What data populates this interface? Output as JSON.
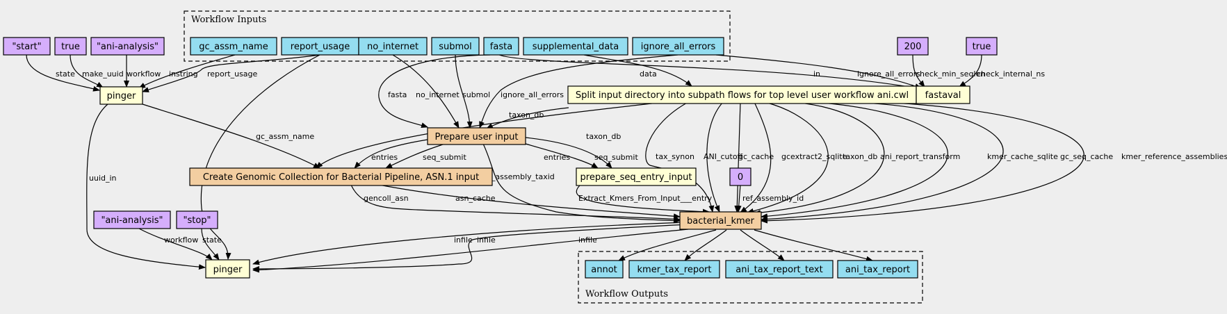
{
  "colors": {
    "background": "#eeeeee",
    "input": "#94ddf0",
    "constant": "#d5aefc",
    "step": "#ffffd5",
    "subworkflow": "#f3cea1",
    "border": "#000000"
  },
  "clusters": {
    "inputs": "Workflow Inputs",
    "outputs": "Workflow Outputs"
  },
  "nodes": {
    "start": "\"start\"",
    "true1": "true",
    "ani1": "\"ani-analysis\"",
    "gc_assm_name": "gc_assm_name",
    "report_usage": "report_usage",
    "no_internet": "no_internet",
    "submol": "submol",
    "fasta": "fasta",
    "supplemental_data": "supplemental_data",
    "ignore_all_errors": "ignore_all_errors",
    "c200": "200",
    "true2": "true",
    "pinger1": "pinger",
    "split": "Split input directory into subpath flows for top level user workflow ani.cwl",
    "fastaval": "fastaval",
    "prepare": "Prepare user input",
    "genomic": "Create Genomic Collection for Bacterial Pipeline, ASN.1 input",
    "prepseq": "prepare_seq_entry_input",
    "zero": "0",
    "kmer": "bacterial_kmer",
    "ani2": "\"ani-analysis\"",
    "stop": "\"stop\"",
    "pinger2": "pinger",
    "annot": "annot",
    "kmer_tax_report": "kmer_tax_report",
    "ani_tax_report_text": "ani_tax_report_text",
    "ani_tax_report": "ani_tax_report"
  },
  "edge_labels": {
    "state1": "state",
    "make_uuid": "make_uuid",
    "workflow1": "workflow",
    "instring": "instring",
    "report_usage1": "report_usage",
    "data": "data",
    "in": "in",
    "ignore_all_errors_fv": "ignore_all_errors",
    "check_min_seqlen": "check_min_seqlen",
    "check_internal_ns": "check_internal_ns",
    "fasta": "fasta",
    "no_internet": "no_internet",
    "submol": "submol",
    "ignore_all_errors_p": "ignore_all_errors",
    "taxon_db1": "taxon_db",
    "taxon_db2": "taxon_db",
    "gc_assm_name": "gc_assm_name",
    "uuid_in": "uuid_in",
    "report_usage2": "report_usage",
    "entries1": "entries",
    "seq_submit1": "seq_submit",
    "entries2": "entries",
    "seq_submit2": "seq_submit",
    "ref_assembly_taxid": "ref_assembly_taxid",
    "tax_synon": "tax_synon",
    "ani_cutoff": "ANI_cutoff",
    "gc_cache": "gc_cache",
    "gcextract2_sqlite": "gcextract2_sqlite",
    "taxon_db3": "taxon_db",
    "ani_report_transform": "ani_report_transform",
    "kmer_cache_sqlite": "kmer_cache_sqlite",
    "gc_seq_cache": "gc_seq_cache",
    "kmer_reference_assemblies": "kmer_reference_assemblies",
    "ref_assembly_id": "ref_assembly_id",
    "extract_kmers": "Extract_Kmers_From_Input___entry",
    "gencoll_asn": "gencoll_asn",
    "asn_cache": "asn_cache",
    "workflow2": "workflow",
    "state2": "state",
    "infile1": "infile",
    "infile2": "infile",
    "infile3": "infile"
  }
}
